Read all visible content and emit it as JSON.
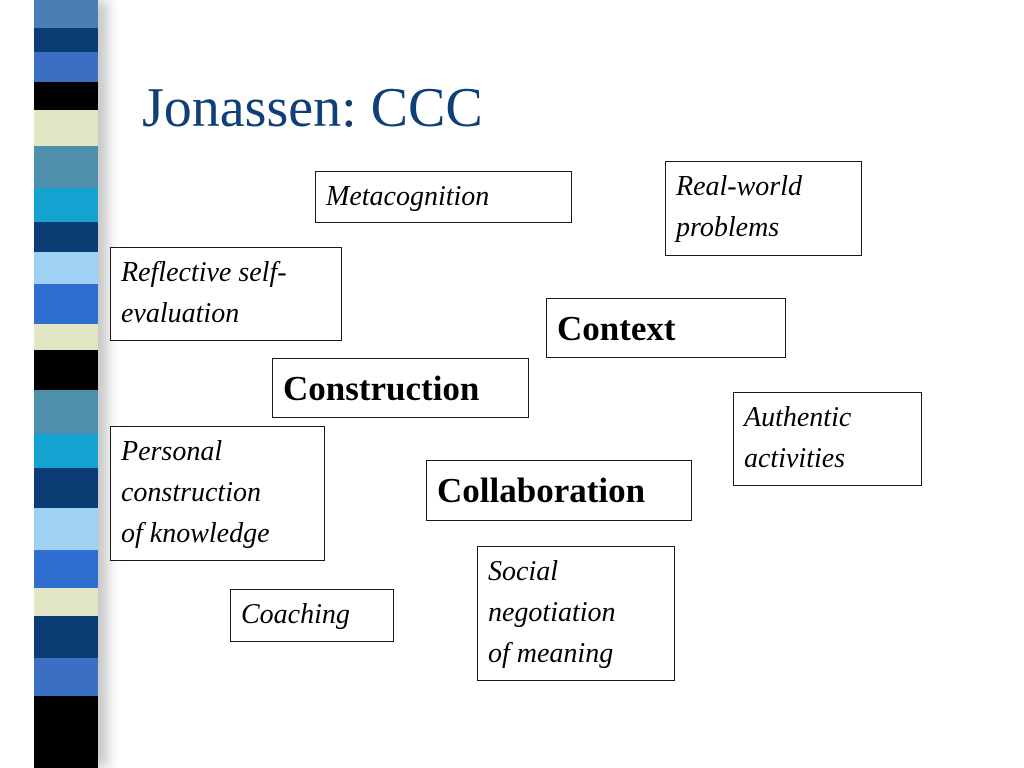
{
  "slide": {
    "title": "Jonassen: CCC"
  },
  "decoration": {
    "stripe_colors": [
      "#4a7fb5",
      "#0b3c73",
      "#3a6fc4",
      "#000000",
      "#e3e6c4",
      "#4e90ac",
      "#14a3d0",
      "#0b3c73",
      "#9ed1f2",
      "#2f6fd1",
      "#e3e6c4",
      "#000000",
      "#4e90ac",
      "#14a3d0",
      "#0b3c73",
      "#9ed1f2",
      "#2f6fd1",
      "#e3e6c4",
      "#0b3c73",
      "#3a6fc4",
      "#000000"
    ]
  },
  "concepts": {
    "metacognition": "Metacognition",
    "real_world_problems": "Real-world\nproblems",
    "reflective_self_evaluation": "Reflective self-\nevaluation",
    "authentic_activities": "Authentic\nactivities",
    "personal_construction": "Personal\nconstruction\nof knowledge",
    "coaching": "Coaching",
    "social_negotiation": "Social\nnegotiation\nof meaning"
  },
  "core": {
    "context": "Context",
    "construction": "Construction",
    "collaboration": "Collaboration"
  }
}
